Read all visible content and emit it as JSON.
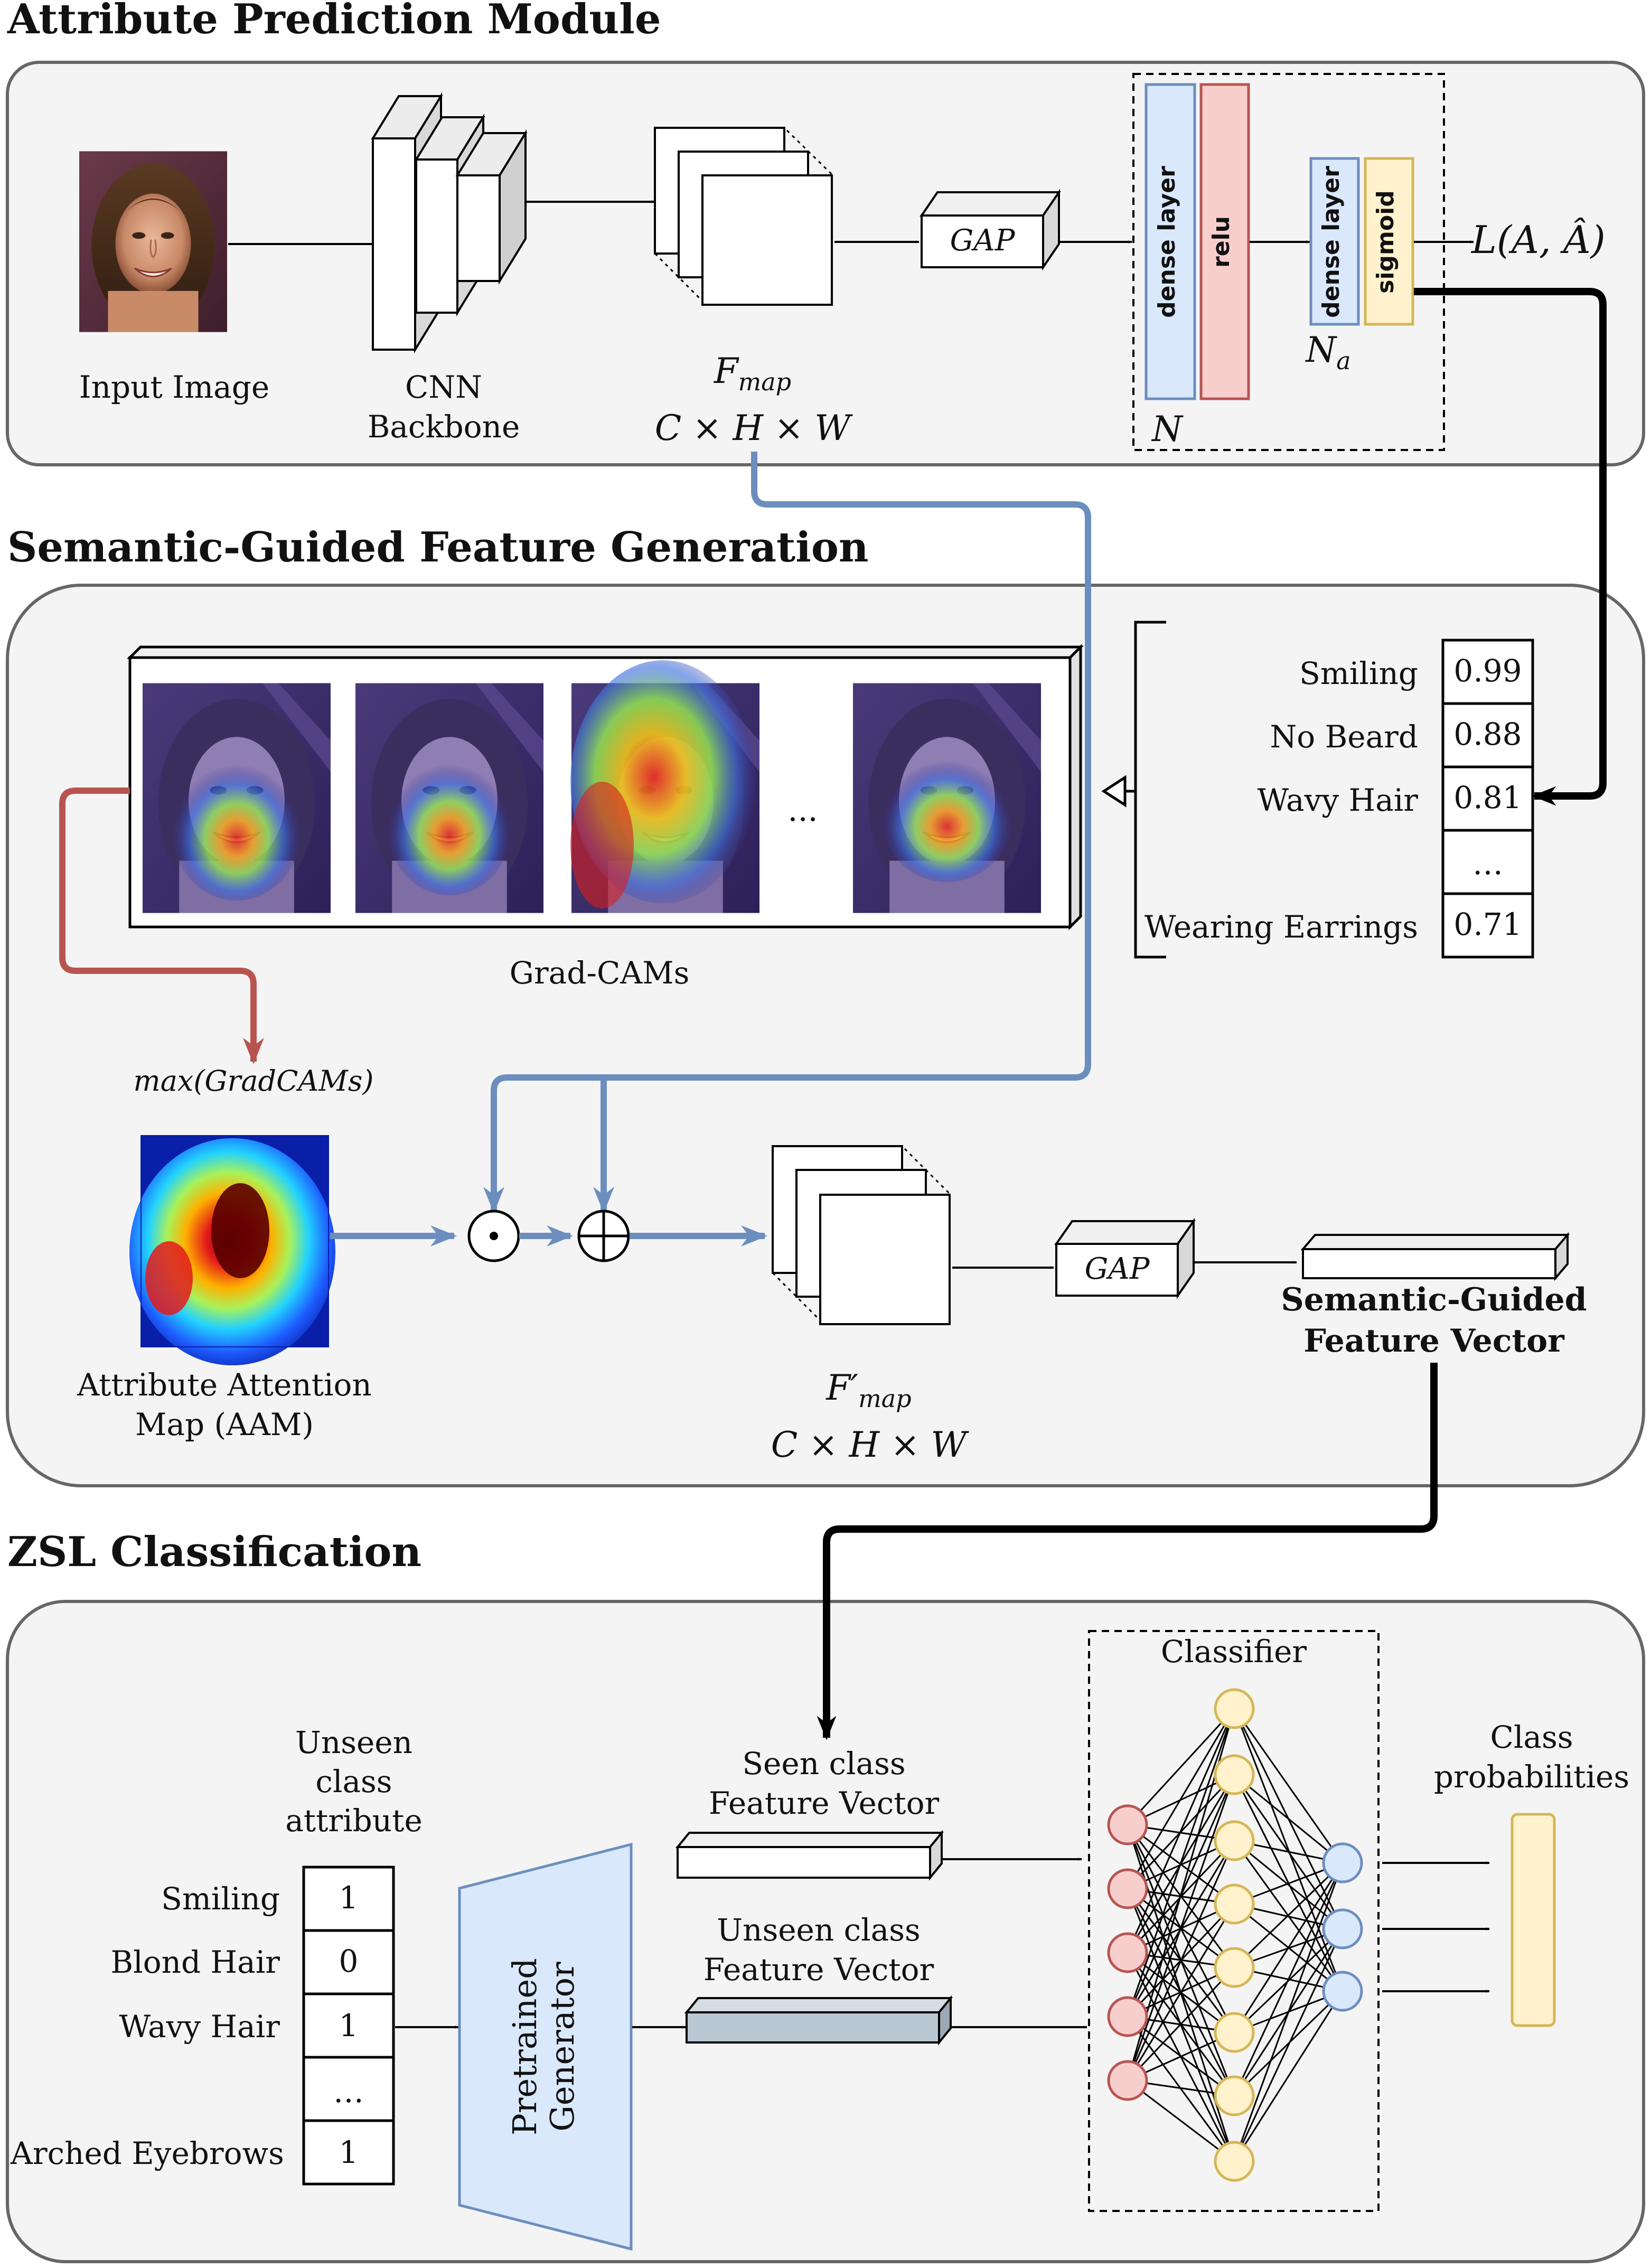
{
  "sections": {
    "attribute_prediction": "Attribute Prediction Module",
    "semantic_guided": "Semantic-Guided Feature Generation",
    "zsl": "ZSL Classification"
  },
  "module1": {
    "input_image": "Input Image",
    "cnn_line1": "CNN",
    "cnn_line2": "Backbone",
    "fmap": "F",
    "fmap_sub": "map",
    "fmap_dims": "C × H × W",
    "gap": "GAP",
    "dense1": "dense layer",
    "relu": "relu",
    "dense2": "dense layer",
    "sigmoid": "sigmoid",
    "N": "N",
    "Na": "N",
    "Na_sub": "a",
    "loss": "L(A, Â)"
  },
  "module2": {
    "gradcams_label": "Grad-CAMs",
    "gradcam_ellipsis": "...",
    "attributes": [
      {
        "name": "Smiling",
        "score": "0.99"
      },
      {
        "name": "No Beard",
        "score": "0.88"
      },
      {
        "name": "Wavy Hair",
        "score": "0.81"
      },
      {
        "name": "",
        "score": "…"
      },
      {
        "name": "Wearing Earrings",
        "score": "0.71"
      }
    ],
    "max_label": "max(GradCAMs)",
    "aam_line1": "Attribute Attention",
    "aam_line2": "Map (AAM)",
    "odot": "⊙",
    "oplus": "⊕",
    "fmap_prime": "F′",
    "fmap_prime_sub": "map",
    "fmap_prime_dims": "C × H × W",
    "gap": "GAP",
    "sgfv_line1": "Semantic-Guided",
    "sgfv_line2": "Feature Vector"
  },
  "module3": {
    "unseen_attr_line1": "Unseen",
    "unseen_attr_line2": "class",
    "unseen_attr_line3": "attribute",
    "attributes": [
      {
        "name": "Smiling",
        "value": "1"
      },
      {
        "name": "Blond Hair",
        "value": "0"
      },
      {
        "name": "Wavy Hair",
        "value": "1"
      },
      {
        "name": "",
        "value": "…"
      },
      {
        "name": "Arched Eyebrows",
        "value": "1"
      }
    ],
    "generator_line1": "Pretrained",
    "generator_line2": "Generator",
    "seen_line1": "Seen class",
    "seen_line2": "Feature Vector",
    "unseen_line1": "Unseen class",
    "unseen_line2": "Feature Vector",
    "classifier": "Classifier",
    "class_prob_line1": "Class",
    "class_prob_line2": "probabilities"
  },
  "colors": {
    "panel_fill": "#f4f4f4",
    "panel_stroke": "#666666",
    "blue_arrow": "#6c8ebf",
    "red_arrow": "#b85450",
    "dense_fill": "#dae8fc",
    "relu_fill": "#f8cecc",
    "sigmoid_fill": "#fff2cc",
    "generator_fill": "#dae8fc",
    "unseen_vec_fill": "#bac8d3"
  }
}
